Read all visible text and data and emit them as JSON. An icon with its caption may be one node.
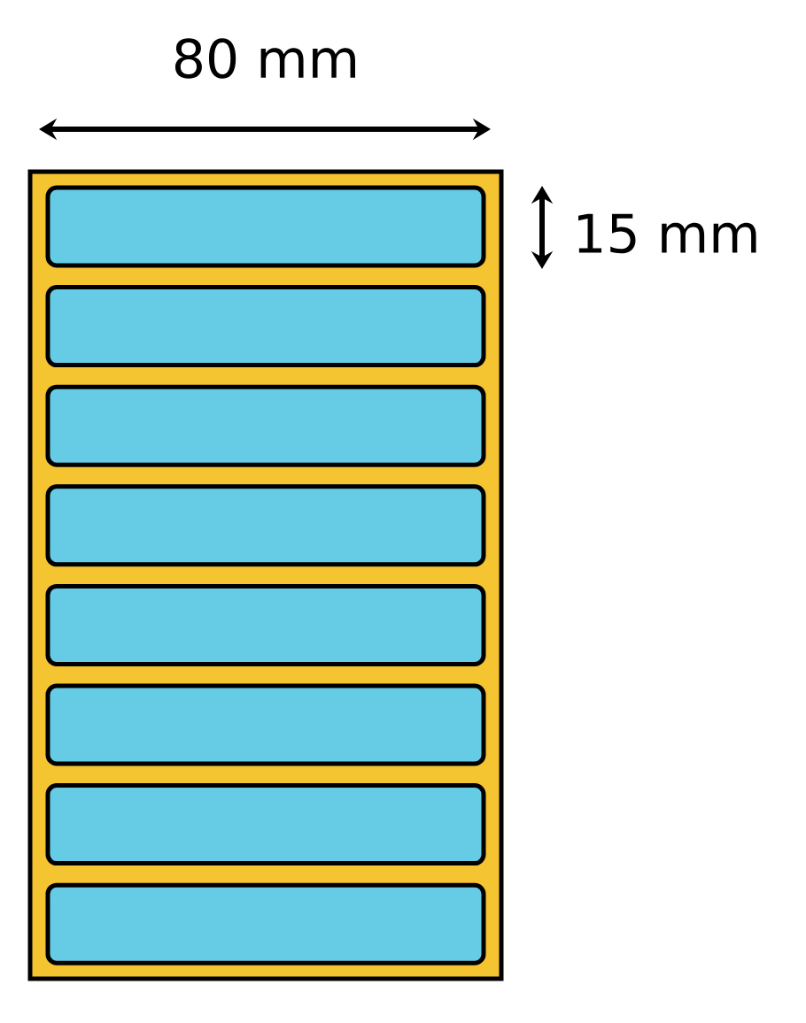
{
  "diagram": {
    "nodes": [
      {
        "text": [],
        "shape": "box"
      },
      {
        "text": [],
        "shape": "box",
        "in": 0
      },
      {
        "text": [],
        "shape": "box",
        "in": 0
      },
      {
        "text": [],
        "shape": "box",
        "in": 0
      },
      {
        "text": [],
        "shape": "box",
        "in": 0
      },
      {
        "text": [],
        "shape": "box",
        "in": 0
      },
      {
        "text": [],
        "shape": "box",
        "in": 0
      },
      {
        "text": [],
        "shape": "box",
        "in": 0
      },
      {
        "text": [],
        "shape": "box",
        "in": 0
      }
    ],
    "labels": [
      "80 mm",
      "15 mm"
    ]
  }
}
